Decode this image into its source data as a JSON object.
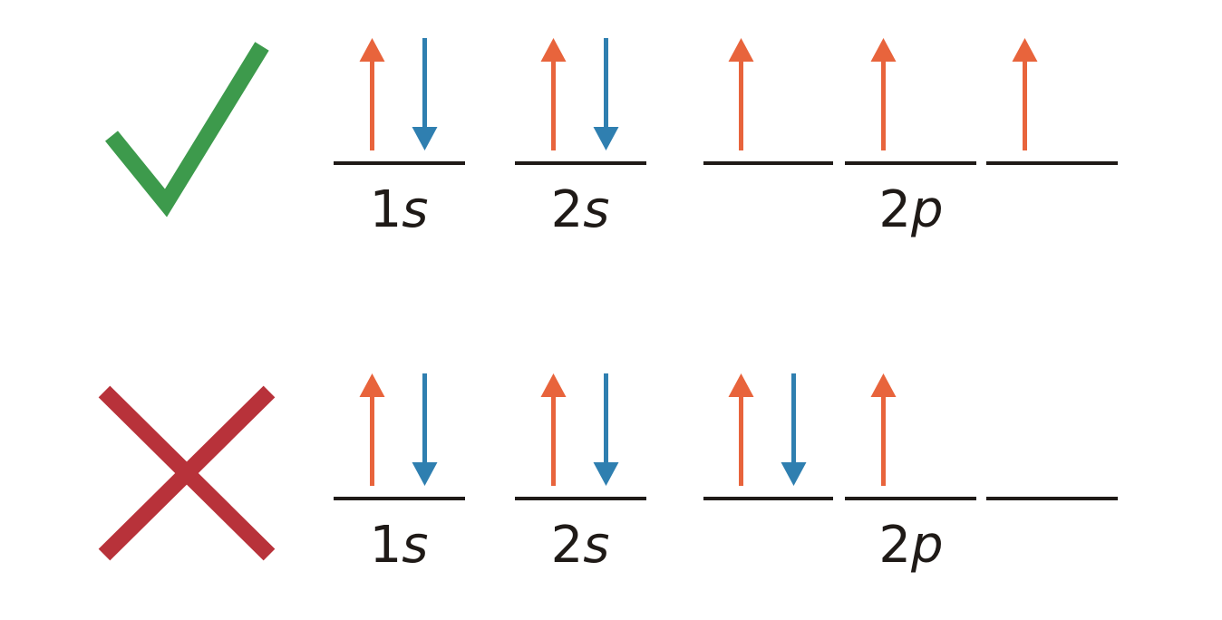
{
  "colors": {
    "check": "#3d9a4c",
    "cross": "#b8323a",
    "spin_up": "#e8643c",
    "spin_down": "#2f7fb0",
    "line": "#1f1a17",
    "text": "#1f1a17"
  },
  "rows": [
    {
      "verdict": "correct",
      "verdict_icon": "check-icon",
      "orbitals": [
        {
          "subshell": "1s",
          "electrons": [
            "up",
            "down"
          ]
        },
        {
          "subshell": "2s",
          "electrons": [
            "up",
            "down"
          ]
        },
        {
          "subshell": "2p",
          "electrons": [
            "up"
          ]
        },
        {
          "subshell": "2p",
          "electrons": [
            "up"
          ]
        },
        {
          "subshell": "2p",
          "electrons": [
            "up"
          ]
        }
      ],
      "labels": [
        {
          "number": "1",
          "letter": "s"
        },
        {
          "number": "2",
          "letter": "s"
        },
        {
          "number": "2",
          "letter": "p"
        }
      ]
    },
    {
      "verdict": "incorrect",
      "verdict_icon": "cross-icon",
      "orbitals": [
        {
          "subshell": "1s",
          "electrons": [
            "up",
            "down"
          ]
        },
        {
          "subshell": "2s",
          "electrons": [
            "up",
            "down"
          ]
        },
        {
          "subshell": "2p",
          "electrons": [
            "up",
            "down"
          ]
        },
        {
          "subshell": "2p",
          "electrons": [
            "up"
          ]
        },
        {
          "subshell": "2p",
          "electrons": []
        }
      ],
      "labels": [
        {
          "number": "1",
          "letter": "s"
        },
        {
          "number": "2",
          "letter": "s"
        },
        {
          "number": "2",
          "letter": "p"
        }
      ]
    }
  ]
}
